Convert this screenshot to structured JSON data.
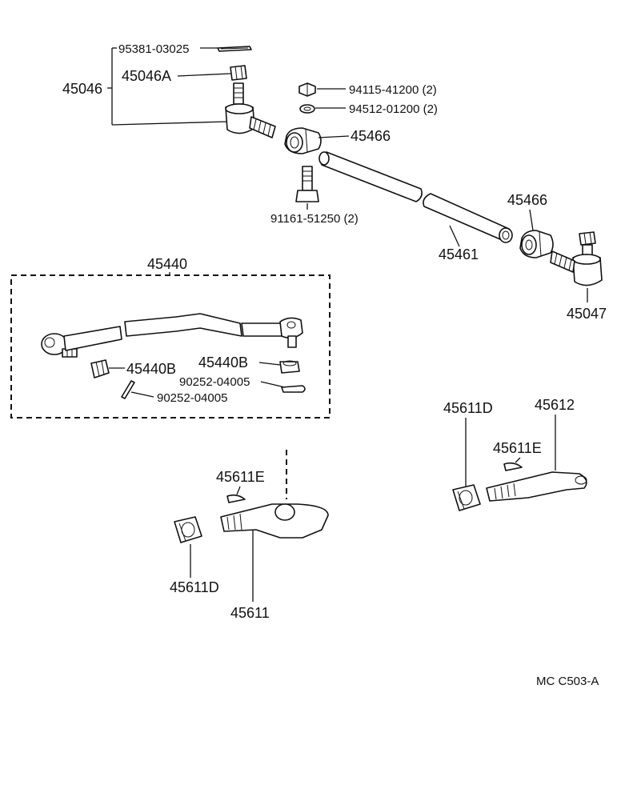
{
  "labels": {
    "p95381": "95381-03025",
    "p45046": "45046",
    "p45046A": "45046A",
    "p94115": "94115-41200 (2)",
    "p94512": "94512-01200 (2)",
    "p45466_upper": "45466",
    "p91161": "91161-51250 (2)",
    "p45466_lower": "45466",
    "p45461": "45461",
    "p45047": "45047",
    "p45440": "45440",
    "p45440B_left": "45440B",
    "p45440B_right": "45440B",
    "p90252_upper": "90252-04005",
    "p90252_lower": "90252-04005",
    "p45611D_right": "45611D",
    "p45612": "45612",
    "p45611E_right": "45611E",
    "p45611E_left": "45611E",
    "p45611D_left": "45611D",
    "p45611": "45611",
    "diagram_code": "MC C503-A"
  }
}
